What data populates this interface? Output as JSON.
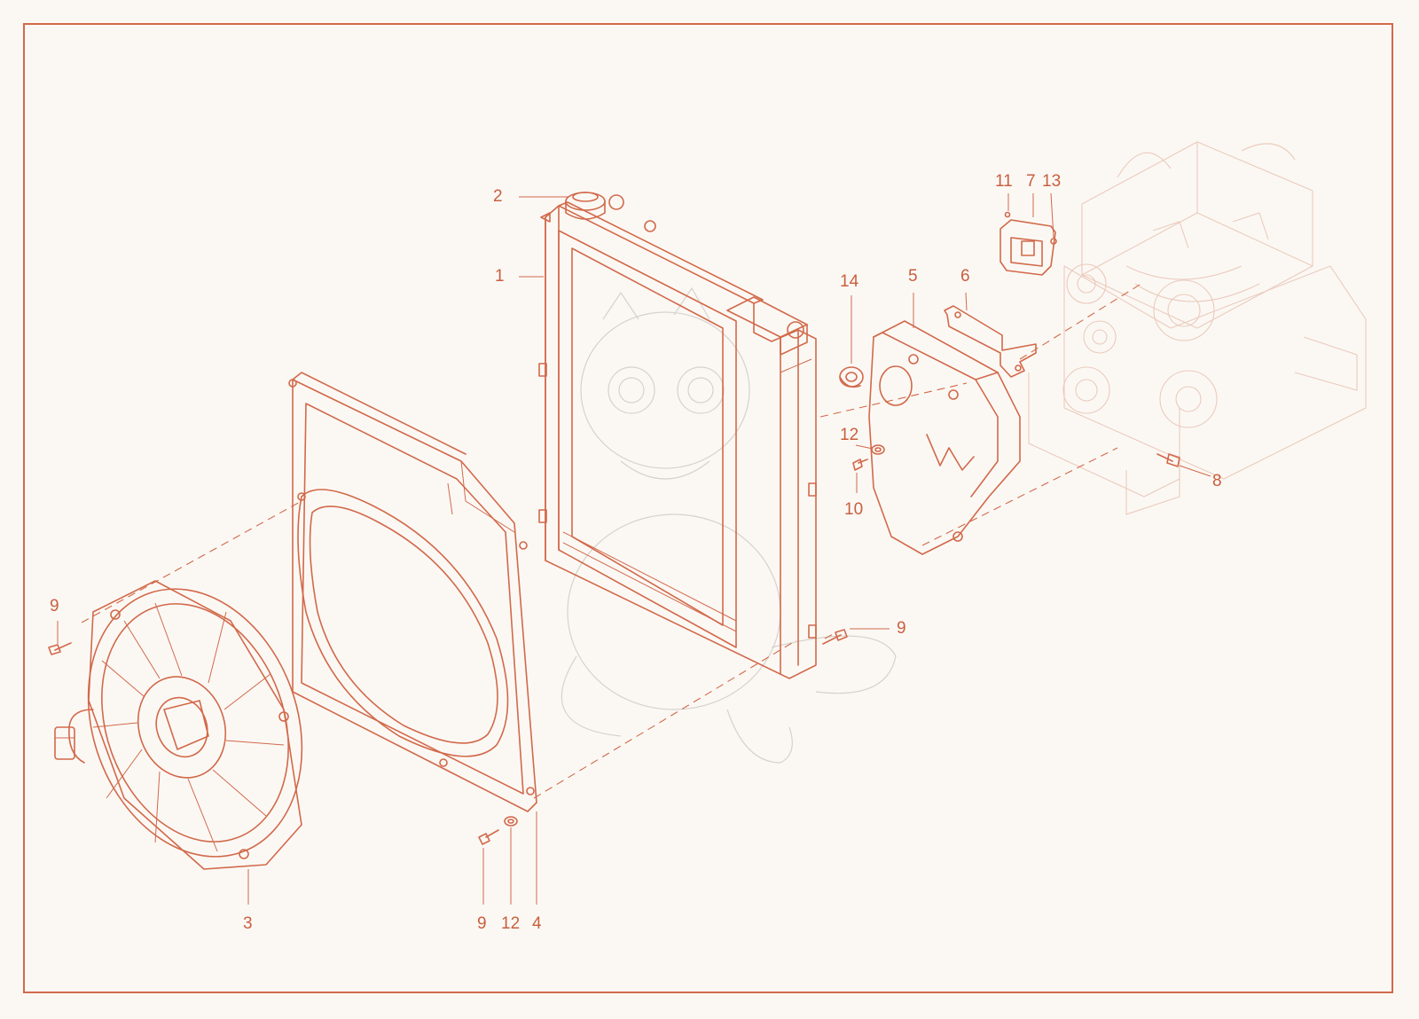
{
  "accent_color": "#d2694a",
  "background_color": "#fbf8f4",
  "callouts": {
    "c1": "1",
    "c2": "2",
    "c3": "3",
    "c4": "4",
    "c5": "5",
    "c6": "6",
    "c7": "7",
    "c8": "8",
    "c9a": "9",
    "c9b": "9",
    "c9c": "9",
    "c10": "10",
    "c11": "11",
    "c12a": "12",
    "c12b": "12",
    "c13": "13",
    "c14": "14"
  },
  "parts": [
    "radiator",
    "radiator-cap",
    "fan-assembly",
    "fan-shroud",
    "engine-cover",
    "bracket",
    "relay-module",
    "bolt",
    "screw",
    "washer",
    "grommet"
  ],
  "icons": [
    "engine-icon",
    "mascot-watermark",
    "brand-logo"
  ]
}
